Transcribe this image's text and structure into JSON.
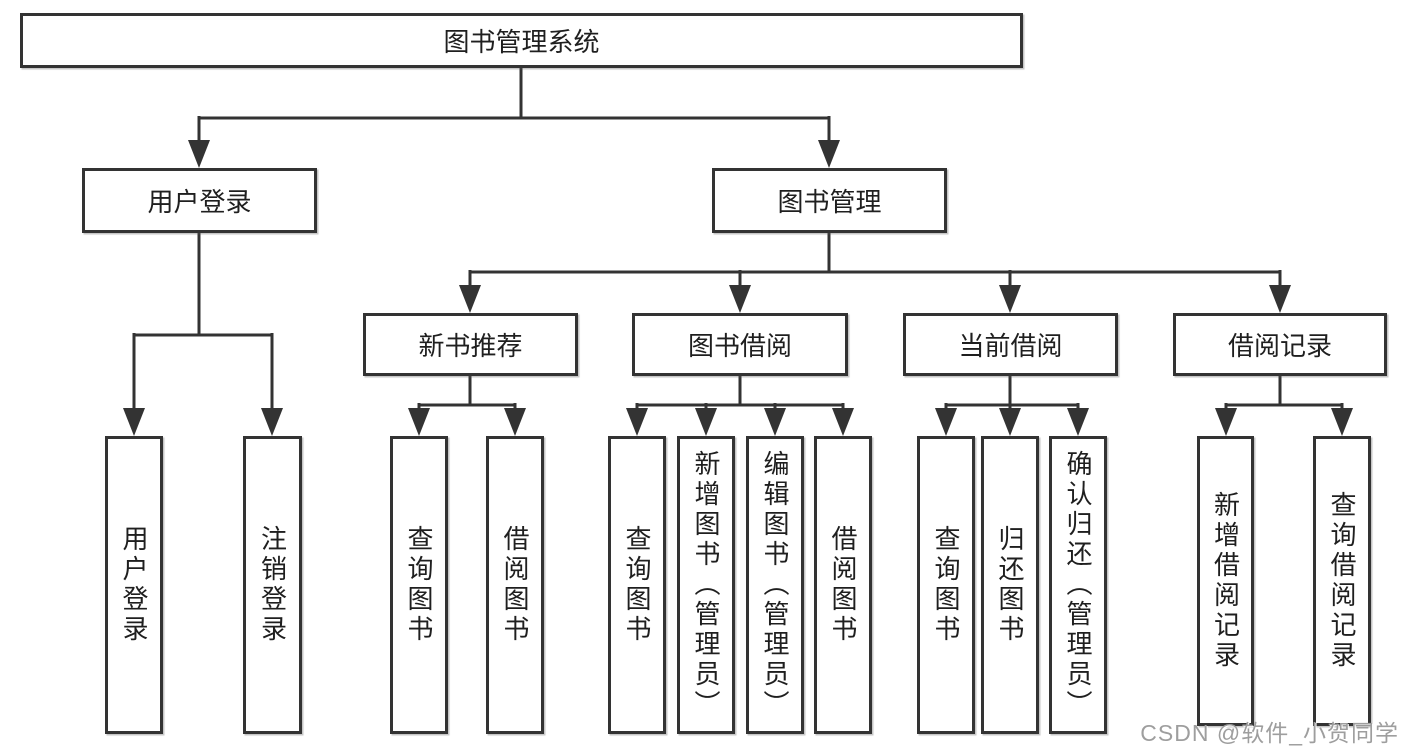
{
  "palette": {
    "line": "#333333",
    "box_border": "#333333",
    "box_background": "#ffffff",
    "text": "#1f1f1f",
    "watermark": "#9e9e9e"
  },
  "tree": {
    "root": {
      "label": "图书管理系统"
    },
    "children": [
      {
        "label": "用户登录",
        "children": [
          {
            "label": "用户登录"
          },
          {
            "label": "注销登录"
          }
        ]
      },
      {
        "label": "图书管理",
        "children": [
          {
            "label": "新书推荐",
            "children": [
              {
                "label": "查询图书"
              },
              {
                "label": "借阅图书"
              }
            ]
          },
          {
            "label": "图书借阅",
            "children": [
              {
                "label": "查询图书"
              },
              {
                "label": "新增图书（管理员）"
              },
              {
                "label": "编辑图书（管理员）"
              },
              {
                "label": "借阅图书"
              }
            ]
          },
          {
            "label": "当前借阅",
            "children": [
              {
                "label": "查询图书"
              },
              {
                "label": "归还图书"
              },
              {
                "label": "确认归还（管理员）"
              }
            ]
          },
          {
            "label": "借阅记录",
            "children": [
              {
                "label": "新增借阅记录"
              },
              {
                "label": "查询借阅记录"
              }
            ]
          }
        ]
      }
    ]
  },
  "watermark": {
    "text": "CSDN @软件_小贺同学"
  }
}
